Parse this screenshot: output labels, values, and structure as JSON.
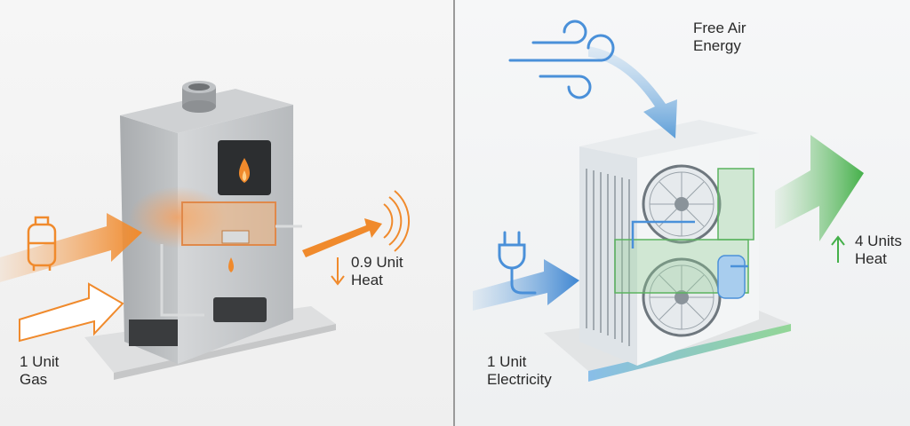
{
  "boiler": {
    "input_line1": "1 Unit",
    "input_line2": "Gas",
    "output_line1": "0.9 Unit",
    "output_line2": "Heat",
    "accent_color": "#f08a2c"
  },
  "heat_pump": {
    "ambient_line1": "Free Air",
    "ambient_line2": "Energy",
    "input_line1": "1 Unit",
    "input_line2": "Electricity",
    "output_line1": "4 Units",
    "output_line2": "Heat",
    "electric_color": "#4a90d9",
    "heat_color": "#4cb050"
  }
}
